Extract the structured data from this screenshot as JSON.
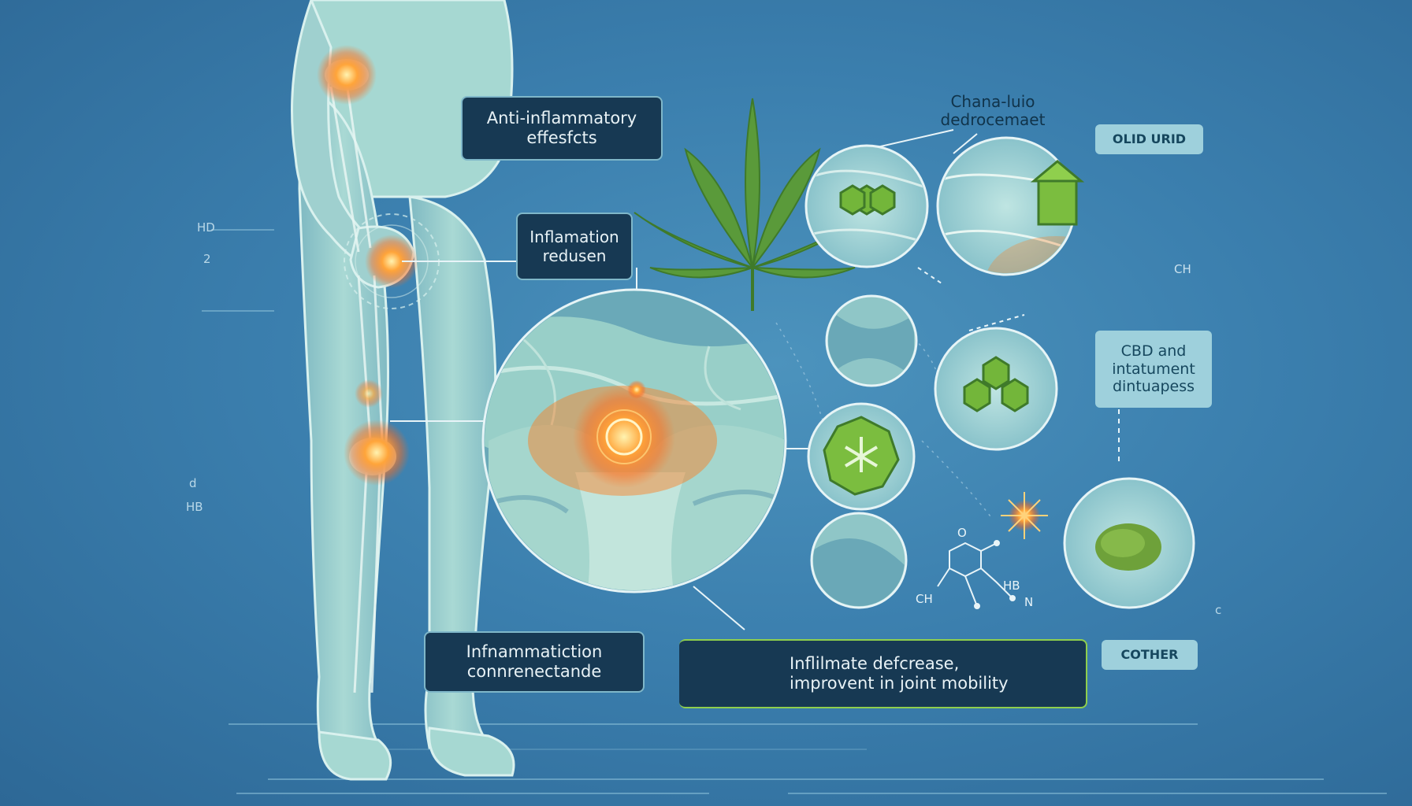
{
  "labels": {
    "anti_inflammatory": [
      "Anti-inflammatory",
      "effesfcts"
    ],
    "inflammation_reduced": [
      "Inflamation",
      "redusen"
    ],
    "inflammation_connection": [
      "Infnammatiction",
      "connrenectande"
    ],
    "inflammation_decrease": [
      "Inflilmate defcrease,",
      "improvent in joint mobility"
    ],
    "cannabinoid": [
      "Chana-luio",
      "dedrocemaet"
    ],
    "old_urid": "OLID URID",
    "cbd_and": [
      "CBD and",
      "intatument",
      "dintuapess"
    ],
    "cother": "COTHER"
  },
  "tiny_marks": {
    "hd": "HD",
    "two": "2",
    "d_left": "d",
    "hb_left": "HB",
    "ch_right": "CH",
    "o_chem": "O",
    "hb_chem": "HB",
    "n_chem": "N",
    "ch_chem": "CH",
    "c_right": "c"
  },
  "colors": {
    "background": "#3b7fae",
    "label_fill": "#173953",
    "label_border": "#7fb7c9",
    "inflammation": "#ff7a1a",
    "leaf_green": "#5a9a3a",
    "body": "#9fd0cf"
  },
  "icons": [
    "cannabis-leaf-icon",
    "molecule-icon",
    "hexagon-cluster-icon",
    "spark-icon"
  ]
}
